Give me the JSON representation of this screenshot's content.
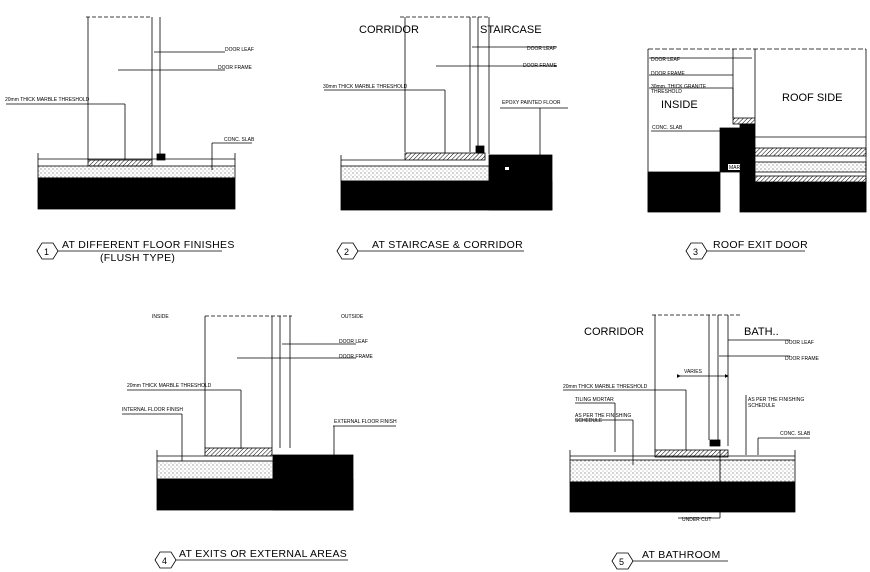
{
  "details": [
    {
      "number": "1",
      "title": "AT DIFFERENT FLOOR FINISHES",
      "subtitle": "(FLUSH TYPE)",
      "labels": {
        "door_leaf": "DOOR LEAF",
        "door_frame": "DOOR FRAME",
        "threshold": "20mm THICK MARBLE THRESHOLD",
        "slab": "CONC. SLAB"
      }
    },
    {
      "number": "2",
      "title": "AT STAIRCASE & CORRIDOR",
      "labels": {
        "corridor": "CORRIDOR",
        "staircase": "STAIRCASE",
        "door_leaf": "DOOR LEAF",
        "door_frame": "DOOR FRAME",
        "threshold": "30mm THICK MARBLE THRESHOLD",
        "epoxy": "EPOXY PAINTED FLOOR"
      }
    },
    {
      "number": "3",
      "title": "ROOF EXIT DOOR",
      "labels": {
        "door_leaf": "DOOR LEAF",
        "door_frame": "DOOR FRAME",
        "granite_1": "30mm. THICK GRANITE",
        "granite_2": "THRESHOLD",
        "inside": "INSIDE",
        "roof_side": "ROOF SIDE",
        "slab": "CONC. SLAB",
        "small_tag": "MAR."
      }
    },
    {
      "number": "4",
      "title": "AT EXITS OR EXTERNAL AREAS",
      "labels": {
        "inside": "INSIDE",
        "outside": "OUTSIDE",
        "door_leaf": "DOOR LEAF",
        "door_frame": "DOOR FRAME",
        "threshold": "20mm THICK MARBLE THRESHOLD",
        "internal_finish": "INTERNAL FLOOR FINISH",
        "external_finish": "EXTERNAL FLOOR FINISH"
      }
    },
    {
      "number": "5",
      "title": "AT BATHROOM",
      "labels": {
        "corridor": "CORRIDOR",
        "bath": "BATH..",
        "door_leaf": "DOOR LEAF",
        "door_frame": "DOOR FRAME",
        "varies": "VARIES",
        "threshold": "20mm THICK MARBLE THRESHOLD",
        "tiling": "TILING MORTAR",
        "finishing_left_1": "AS PER THE FINISHING",
        "finishing_left_2": "SCHEDULE",
        "finishing_right_1": "AS PER THE FINISHING",
        "finishing_right_2": "SCHEDULE",
        "slab": "CONC. SLAB",
        "undercut": "UNDER CUT"
      }
    }
  ],
  "colors": {
    "line": "#000000",
    "background": "#ffffff"
  }
}
